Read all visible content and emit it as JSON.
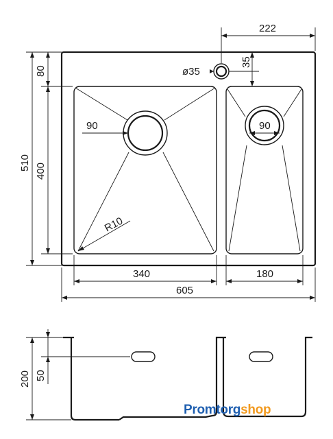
{
  "dimensions": {
    "hole_diameter": "ø35",
    "hole_offset_right": "222",
    "hole_offset_top": "35",
    "back_margin": "80",
    "bowl_depth_top_view": "400",
    "overall_depth": "510",
    "left_drain": "90",
    "right_drain": "90",
    "corner_radius": "R10",
    "left_bowl_width": "340",
    "right_bowl_width": "180",
    "overall_width": "605",
    "section_height": "200",
    "overflow_offset": "50"
  },
  "brand": {
    "part1": "Promtorg",
    "part2": "shop"
  }
}
